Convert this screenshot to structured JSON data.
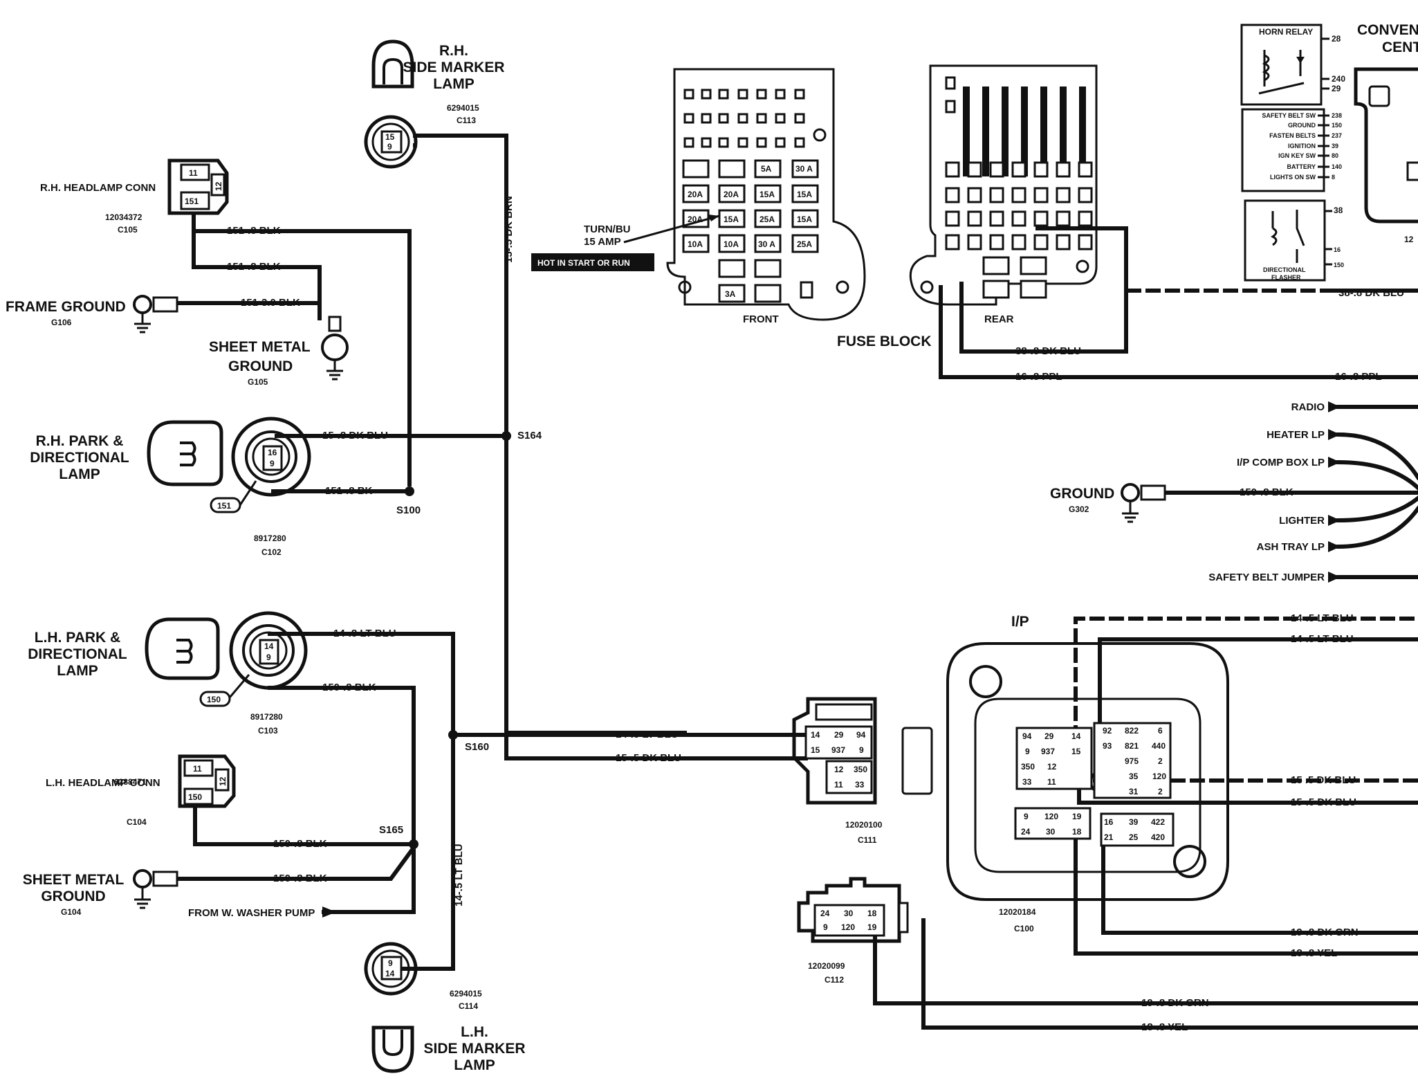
{
  "components": {
    "rh_side_marker": {
      "name": "R.H. SIDE MARKER LAMP",
      "line1": "R.H.",
      "line2": "SIDE MARKER",
      "line3": "LAMP",
      "part": "6294015",
      "conn": "C113",
      "pins": [
        "15",
        "9"
      ]
    },
    "lh_side_marker": {
      "line1": "L.H.",
      "line2": "SIDE MARKER",
      "line3": "LAMP",
      "part": "6294015",
      "conn": "C114",
      "pins": [
        "9",
        "14"
      ]
    },
    "rh_headlamp": {
      "label": "R.H. HEADLAMP CONN",
      "part": "12034372",
      "conn": "C105",
      "pins": [
        "11",
        "12",
        "151"
      ]
    },
    "lh_headlamp": {
      "label": "L.H. HEADLAMP CONN",
      "part": "6288471",
      "conn": "C104",
      "pins": [
        "11",
        "12",
        "150"
      ]
    },
    "frame_ground": {
      "label": "FRAME GROUND",
      "id": "G106"
    },
    "sheet_metal_ground_rh": {
      "line1": "SHEET METAL",
      "line2": "GROUND",
      "id": "G105"
    },
    "sheet_metal_ground_lh": {
      "line1": "SHEET METAL",
      "line2": "GROUND",
      "id": "G104"
    },
    "rh_park": {
      "line1": "R.H. PARK &",
      "line2": "DIRECTIONAL",
      "line3": "LAMP",
      "part": "8917280",
      "conn": "C102",
      "pins": [
        "16",
        "9"
      ],
      "tag": "151"
    },
    "lh_park": {
      "line1": "L.H. PARK &",
      "line2": "DIRECTIONAL",
      "line3": "LAMP",
      "part": "8917280",
      "conn": "C103",
      "pins": [
        "14",
        "9"
      ],
      "tag": "150"
    },
    "splices": {
      "s164": "S164",
      "s100": "S100",
      "s160": "S160",
      "s165": "S165"
    },
    "washer": "FROM W. WASHER PUMP",
    "fuse_block": {
      "title": "FUSE BLOCK",
      "front": "FRONT",
      "rear": "REAR",
      "turn_note_1": "TURN/BU",
      "turn_note_2": "15 AMP",
      "hot_note": "HOT IN START OR RUN",
      "fuses_row1": [
        "20A",
        "20A",
        "15A",
        "15A"
      ],
      "fuses_row2": [
        "20A",
        "15A",
        "25A",
        "15A"
      ],
      "fuses_row3": [
        "10A",
        "10A",
        "30 A",
        "25A"
      ],
      "fuses_small": [
        "5A",
        "30 A",
        "3A"
      ]
    },
    "horn_relay": {
      "label": "HORN RELAY",
      "pins": [
        "28",
        "240",
        "29"
      ]
    },
    "convenience": {
      "line1": "CONVEN",
      "line2": "CENT"
    },
    "safety_block": {
      "labels": [
        "SAFETY BELT SW",
        "GROUND",
        "FASTEN BELTS",
        "IGNITION",
        "IGN KEY SW",
        "BATTERY",
        "LIGHTS ON SW"
      ],
      "pins": [
        "238",
        "150",
        "237",
        "39",
        "80",
        "140",
        "8"
      ]
    },
    "directional_flasher": {
      "line1": "DIRECTIONAL",
      "line2": "FLASHER",
      "pins": [
        "38",
        "16",
        "150"
      ],
      "right_num": "12"
    },
    "ground_g302": {
      "label": "GROUND",
      "id": "G302"
    },
    "ip_inputs": [
      "RADIO",
      "HEATER LP",
      "I/P COMP BOX LP",
      "LIGHTER",
      "ASH TRAY LP",
      "SAFETY BELT JUMPER"
    ],
    "ip": {
      "label": "I/P",
      "part": "12020184",
      "conn": "C100",
      "grid_a": [
        [
          "94",
          "29",
          "14"
        ],
        [
          "9",
          "937",
          "15"
        ],
        [
          "350",
          "12",
          ""
        ],
        [
          "33",
          "11",
          ""
        ]
      ],
      "grid_b": [
        [
          "92",
          "822",
          "6"
        ],
        [
          "93",
          "821",
          "440"
        ],
        [
          "",
          "975",
          "2"
        ],
        [
          "",
          "35",
          "120"
        ],
        [
          "",
          "31",
          "2"
        ]
      ],
      "grid_c": [
        [
          "9",
          "120",
          "19"
        ],
        [
          "24",
          "30",
          "18"
        ]
      ],
      "grid_d": [
        [
          "16",
          "39",
          "422"
        ],
        [
          "21",
          "25",
          "420"
        ]
      ]
    },
    "c111": {
      "part": "12020100",
      "conn": "C111",
      "row1": [
        "14",
        "29",
        "94"
      ],
      "row2": [
        "15",
        "937",
        "9"
      ],
      "row3": [
        "12",
        "350"
      ],
      "row4": [
        "11",
        "33"
      ]
    },
    "c112": {
      "part": "12020099",
      "conn": "C112",
      "row1": [
        "24",
        "30",
        "18"
      ],
      "row2": [
        "9",
        "120",
        "19"
      ]
    }
  },
  "wires": {
    "rh_brn": "15-.5 DK BRN",
    "rh_151_a": "151-.8 BLK",
    "rh_151_b": "151-.8 BLK",
    "frame_151": "151-3.0 BLK",
    "park_15": "15-.8 DK BLU",
    "park_151": "151-.8 BK",
    "lh_14": "14-.8 LT BLU",
    "lh_150": "150-.8 BLK",
    "lh_14_5": "14-.5 LT BLU",
    "lh_15_5": "15-.5 DK BLU",
    "lh_vert": "14-.5 LT BLU",
    "lh_head_150": "150-.8 BLK",
    "lh_sheet_150": "150-.8 BLK",
    "fuse_38": "38-.8 DK BLU",
    "fuse_16": "16-.8 PPL",
    "right_38": "38-.8 DK BLU",
    "right_16": "16-.8 PPL",
    "g302_150": "150-.8 BLK",
    "ip_14_a": "14-.5 LT BLU",
    "ip_14_b": "14-.5 LT BLU",
    "ip_15_a": "15 .5 DK BLU",
    "ip_15_b": "15-.5 DK BLU",
    "ip_19": "19-.8 DK GRN",
    "ip_18": "18-.8 YEL",
    "c112_19": "19-.8 DK GRN",
    "c112_18": "18-.8 YEL"
  }
}
